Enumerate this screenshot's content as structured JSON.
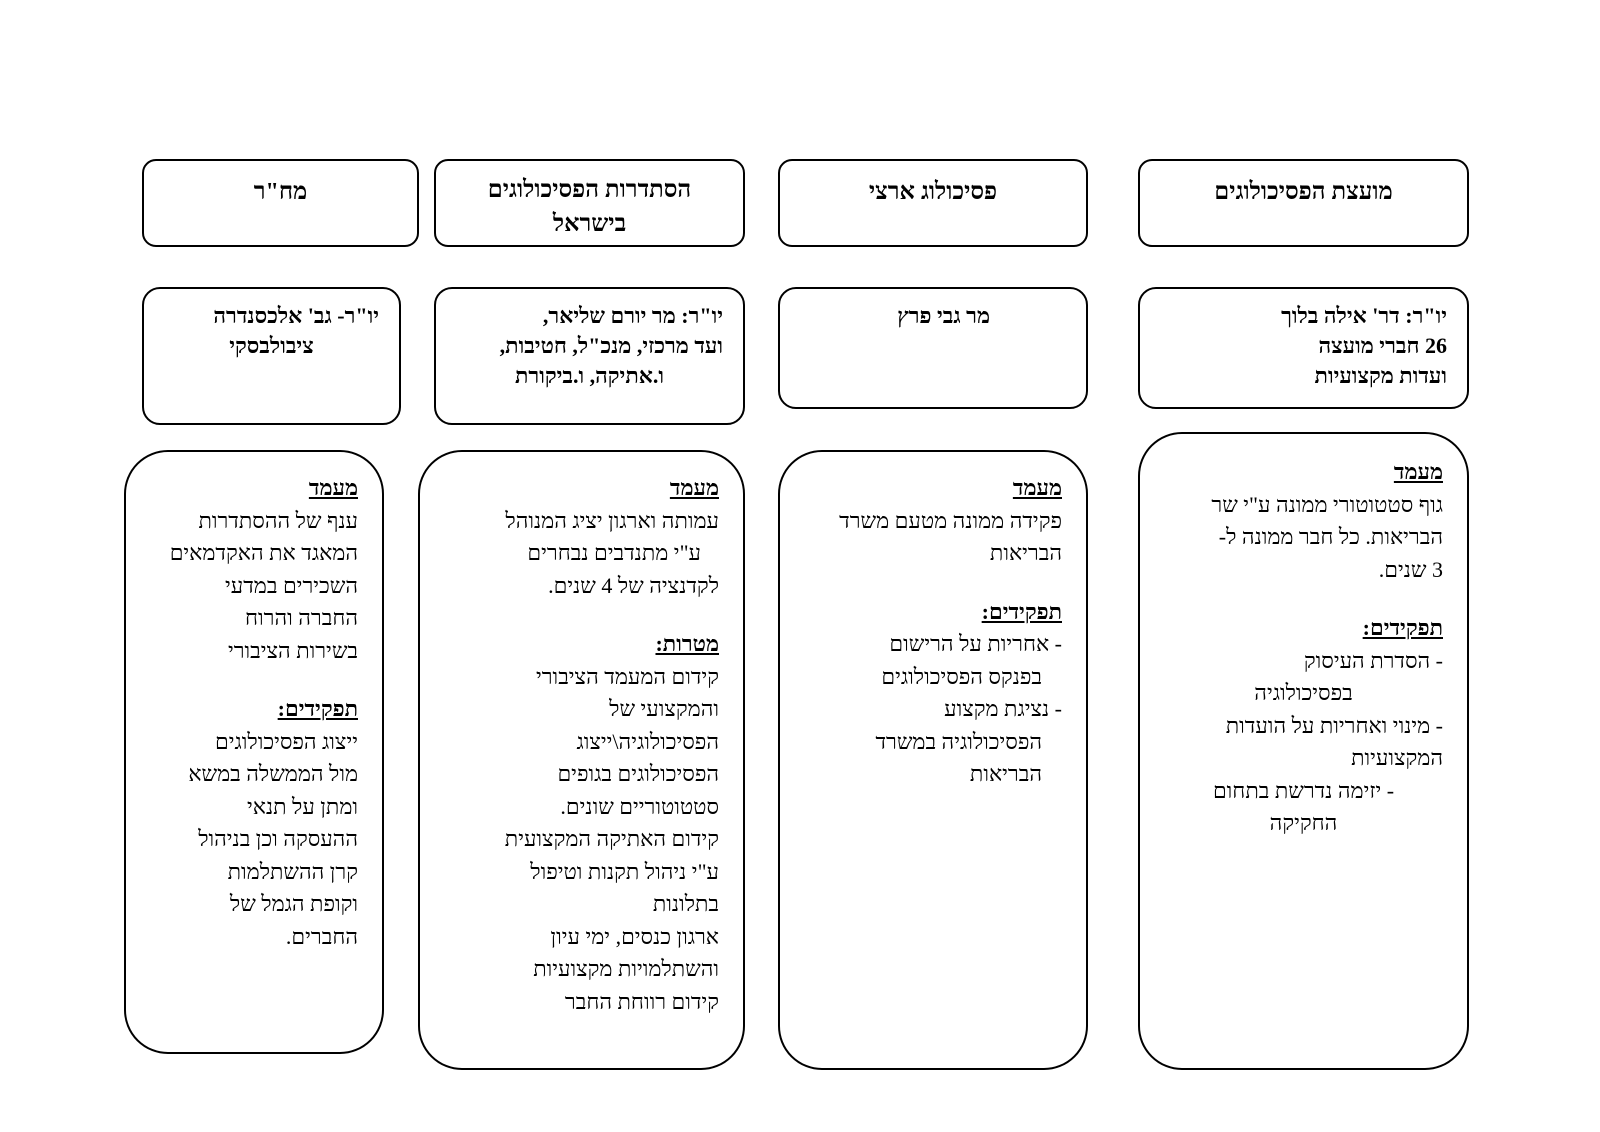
{
  "columns": [
    {
      "header": "מועצת הפסיכולוגים",
      "info": [
        "יו\"ר: דר' אילה בלוך",
        "26 חברי מועצה",
        "ועדות מקצועיות"
      ],
      "status_title": "מעמד",
      "status_lines": [
        "גוף סטטוטורי ממונה ע\"י שר",
        "הבריאות. כל חבר ממונה ל-",
        "3 שנים."
      ],
      "roles_title": "תפקידים:",
      "roles_lines": [
        "- הסדרת העיסוק",
        "בפסיכולוגיה",
        "- מינוי ואחריות על הועדות",
        "המקצועיות",
        "- יזימה נדרשת בתחום",
        "החקיקה"
      ]
    },
    {
      "header": "פסיכולוג ארצי",
      "info": [
        "מר גבי פרץ"
      ],
      "status_title": "מעמד",
      "status_lines": [
        "פקידה ממונה מטעם משרד",
        "הבריאות"
      ],
      "roles_title": "תפקידים:",
      "roles_lines": [
        "- אחריות על הרישום",
        "בפנקס הפסיכולוגים",
        "- נציגת מקצוע",
        "הפסיכולוגיה במשרד",
        "הבריאות"
      ]
    },
    {
      "header_lines": [
        "הסתדרות הפסיכולוגים",
        "בישראל"
      ],
      "info": [
        "יו\"ר: מר יורם שליאר,",
        "ועד מרכזי, מנכ\"ל, חטיבות,",
        "ו.אתיקה, ו.ביקורת"
      ],
      "status_title": "מעמד",
      "status_lines": [
        "עמותה וארגון יציג המנוהל",
        "ע\"י מתנדבים נבחרים",
        "לקדנציה של 4 שנים."
      ],
      "goals_title": "מטרות:",
      "goals_lines": [
        "קידום המעמד הציבורי",
        "והמקצועי של",
        "הפסיכולוגיה\\ייצוג",
        "הפסיכולוגים בגופים",
        "סטטוטוריים שונים.",
        "קידום האתיקה המקצועית",
        "ע\"י ניהול תקנות וטיפול",
        "בתלונות",
        "ארגון כנסים, ימי עיון",
        "והשתלמויות מקצועיות",
        "קידום רווחת החבר"
      ]
    },
    {
      "header": "מח\"ר",
      "info": [
        "יו\"ר- גב' אלכסנדרה",
        "ציבולבסקי"
      ],
      "status_title": "מעמד",
      "status_lines": [
        "ענף של ההסתדרות",
        "המאגד את האקדמאים",
        "השכירים במדעי",
        "החברה והרוח",
        "בשירות הציבורי"
      ],
      "roles_title": "תפקידים:",
      "roles_lines": [
        "ייצוג הפסיכולוגים",
        "מול הממשלה במשא",
        "ומתן על תנאי",
        "ההעסקה וכן בניהול",
        "קרן ההשתלמות",
        "וקופת הגמל של",
        "החברים."
      ]
    }
  ]
}
